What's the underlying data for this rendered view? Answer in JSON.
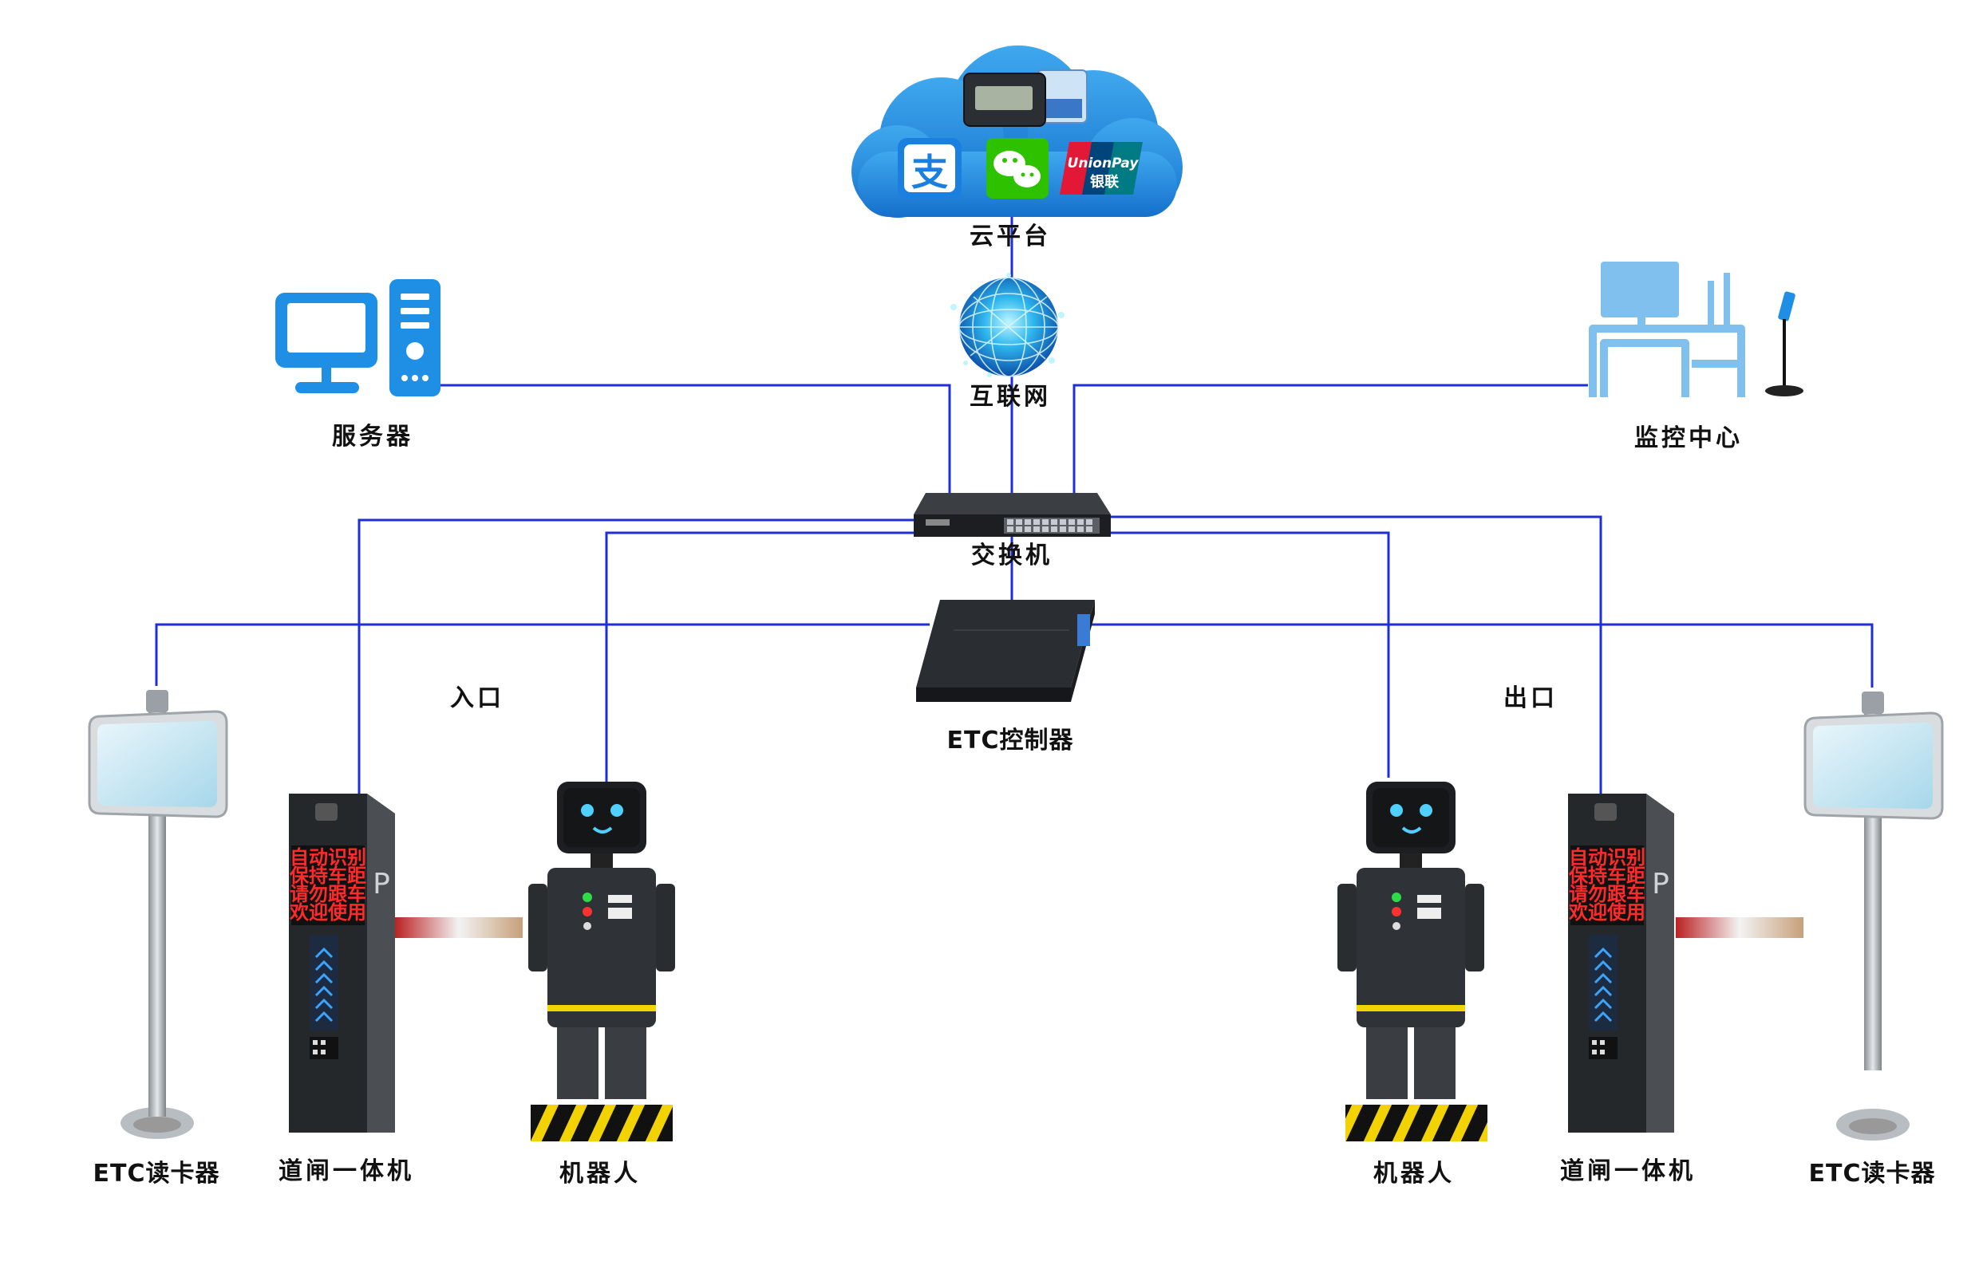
{
  "labels": {
    "cloud": "云平台",
    "internet": "互联网",
    "server": "服务器",
    "monitor": "监控中心",
    "switch": "交换机",
    "controller": "ETC控制器",
    "entry": "入口",
    "exit": "出口",
    "left_reader": "ETC读卡器",
    "left_gate": "道闸一体机",
    "left_robot": "机器人",
    "right_robot": "机器人",
    "right_gate": "道闸一体机",
    "right_reader": "ETC读卡器"
  },
  "cloud_icons": {
    "unionpay_text": "UnionPay",
    "unionpay_cn": "银联"
  },
  "gate_display": {
    "lines": [
      "自动识别",
      "保持车距",
      "请勿跟车",
      "欢迎使用"
    ]
  },
  "colors": {
    "line": "#1f2fd6",
    "cloud": "#1e8fe0",
    "icon_blue": "#1f8fe6"
  }
}
